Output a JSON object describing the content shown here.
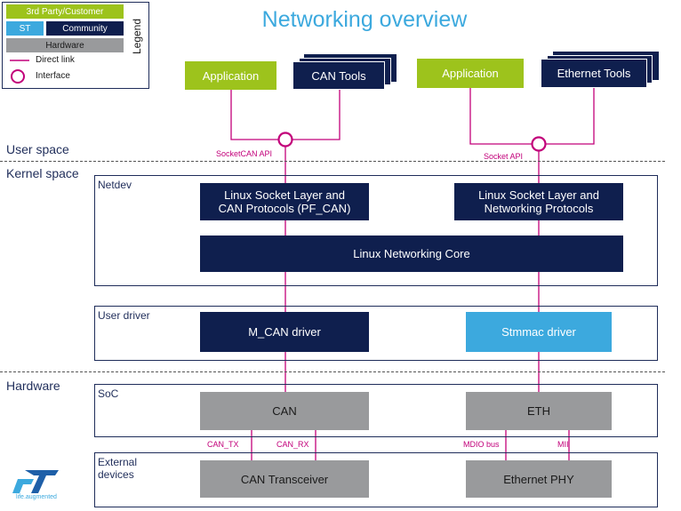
{
  "title": "Networking overview",
  "legend": {
    "heading": "Legend",
    "third_party": "3rd Party/Customer",
    "st": "ST",
    "community": "Community",
    "hardware": "Hardware",
    "direct_link": "Direct link",
    "interface": "Interface"
  },
  "spaces": {
    "user": "User space",
    "kernel": "Kernel space",
    "hardware": "Hardware"
  },
  "frames": {
    "netdev": "Netdev",
    "user_driver": "User driver",
    "soc": "SoC",
    "external_devices": "External\ndevices"
  },
  "can_side": {
    "application": "Application",
    "tools": "CAN Tools",
    "api": "SocketCAN API",
    "socket_layer": "Linux Socket Layer and\nCAN Protocols (PF_CAN)",
    "driver": "M_CAN driver",
    "soc_block": "CAN",
    "tx": "CAN_TX",
    "rx": "CAN_RX",
    "transceiver": "CAN Transceiver"
  },
  "eth_side": {
    "application": "Application",
    "tools": "Ethernet Tools",
    "api": "Socket API",
    "socket_layer": "Linux Socket Layer and\nNetworking Protocols",
    "driver": "Stmmac driver",
    "soc_block": "ETH",
    "mdio": "MDIO bus",
    "mii": "MII",
    "phy": "Ethernet PHY"
  },
  "core": "Linux Networking Core",
  "logo": {
    "tagline": "life.augmented"
  },
  "colors": {
    "third_party": "#9dc31c",
    "st": "#3ca9de",
    "community": "#0f1f4e",
    "hardware": "#999a9c",
    "link": "#c2007a",
    "title": "#3ca9de"
  }
}
